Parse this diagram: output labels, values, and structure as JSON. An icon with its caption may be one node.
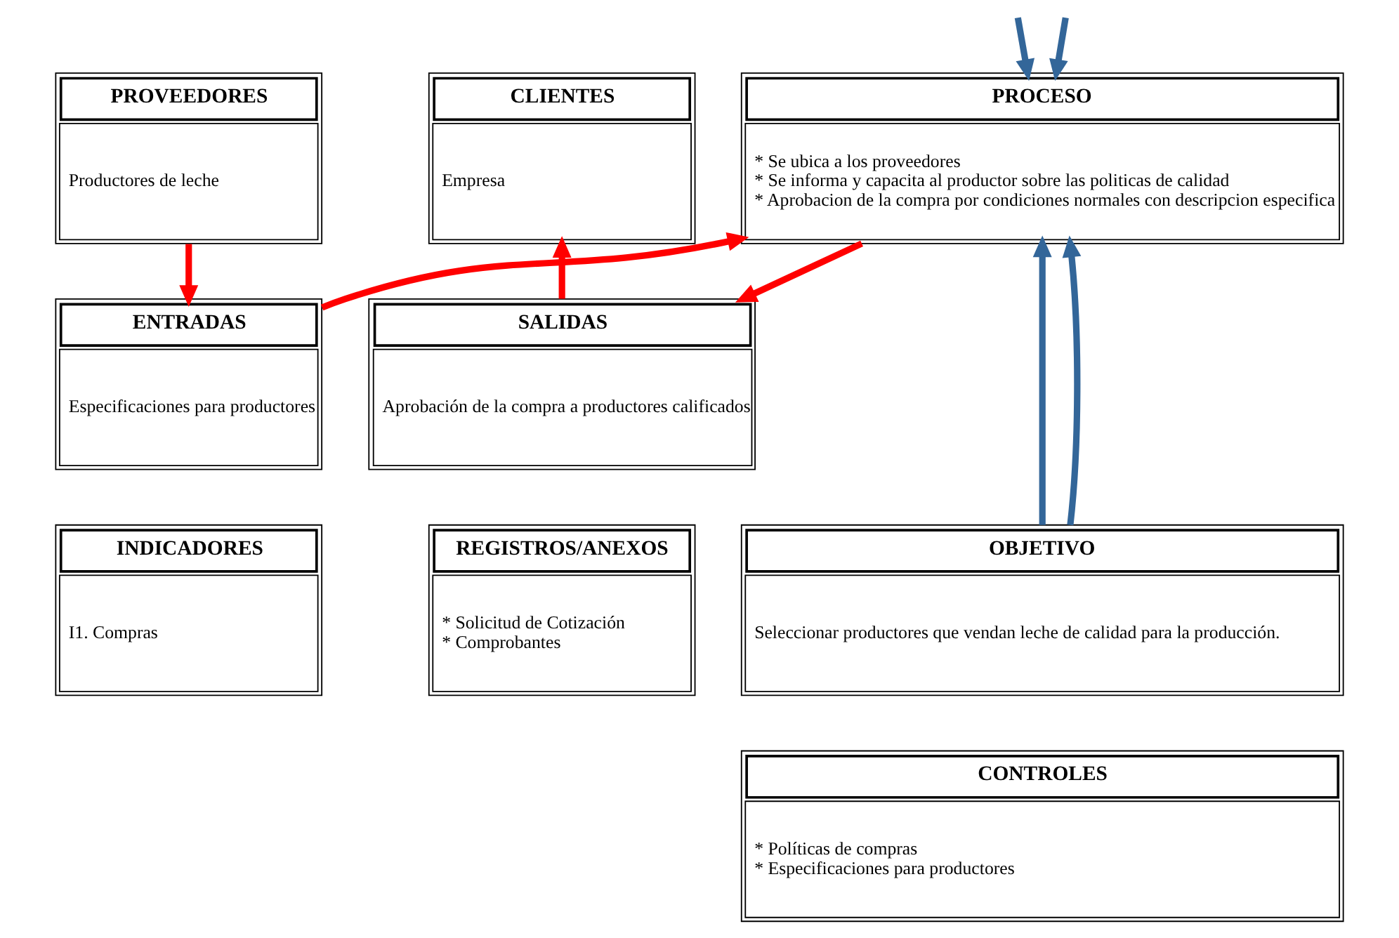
{
  "diagram": {
    "nodes": [
      {
        "text": [
          "PROVEEDORES",
          "Productores de leche"
        ]
      },
      {
        "text": [
          "PROCESO",
          "* Se ubica a los proveedores",
          "* Se informa y capacita al productor sobre las politicas de calidad",
          "* Aprobacion de la compra por condiciones normales con descripcion especifica"
        ]
      },
      {
        "text": [
          "CLIENTES",
          "Empresa"
        ]
      },
      {
        "text": [
          "ENTRADAS",
          "Especificaciones para productores"
        ]
      },
      {
        "text": [
          "SALIDAS",
          "Aprobación de la compra a productores calificados"
        ]
      },
      {
        "text": [
          "OBJETIVO",
          "Seleccionar productores que vendan leche de calidad para la producción."
        ]
      },
      {
        "text": [
          "INDICADORES",
          "I1. Compras"
        ]
      },
      {
        "text": [
          "REGISTROS/ANEXOS",
          "* Solicitud de Cotización",
          "* Comprobantes"
        ]
      },
      {
        "text": [
          "CONTROLES",
          "* Políticas de compras",
          "* Especificaciones para productores"
        ]
      }
    ],
    "edges": [
      {
        "from": null,
        "to": 1,
        "arrow": "to",
        "color": "#336699"
      },
      {
        "from": null,
        "to": 1,
        "arrow": "to",
        "color": "#336699"
      },
      {
        "from": 0,
        "to": 3,
        "arrow": "to",
        "color": "#ff0000"
      },
      {
        "from": 4,
        "to": 2,
        "arrow": "to",
        "color": "#ff0000"
      },
      {
        "from": 3,
        "to": 1,
        "arrow": "to",
        "color": "#ff0000"
      },
      {
        "from": 1,
        "to": 4,
        "arrow": "to",
        "color": "#ff0000"
      },
      {
        "from": 5,
        "to": 1,
        "arrow": "to",
        "color": "#336699"
      },
      {
        "from": 5,
        "to": 1,
        "arrow": "to",
        "color": "#336699"
      }
    ]
  }
}
